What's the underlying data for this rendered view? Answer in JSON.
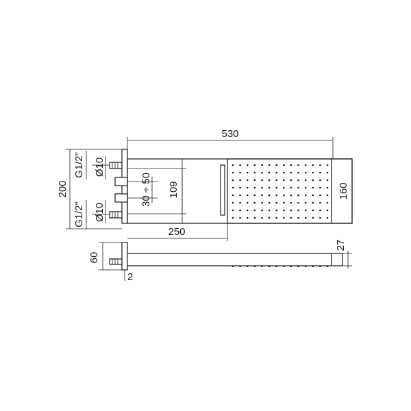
{
  "dimensions": {
    "width_total": "530",
    "height_front": "160",
    "height_mount": "200",
    "thread_top": "G1/2\"",
    "thread_bottom": "G1/2\"",
    "diameter_top": "Ø10",
    "diameter_bottom": "Ø10",
    "spacing_range": "30 ÷ 50",
    "spacing_center": "109",
    "arm_length": "250",
    "depth_mount": "60",
    "wall_gap": "2",
    "head_thickness": "27"
  }
}
